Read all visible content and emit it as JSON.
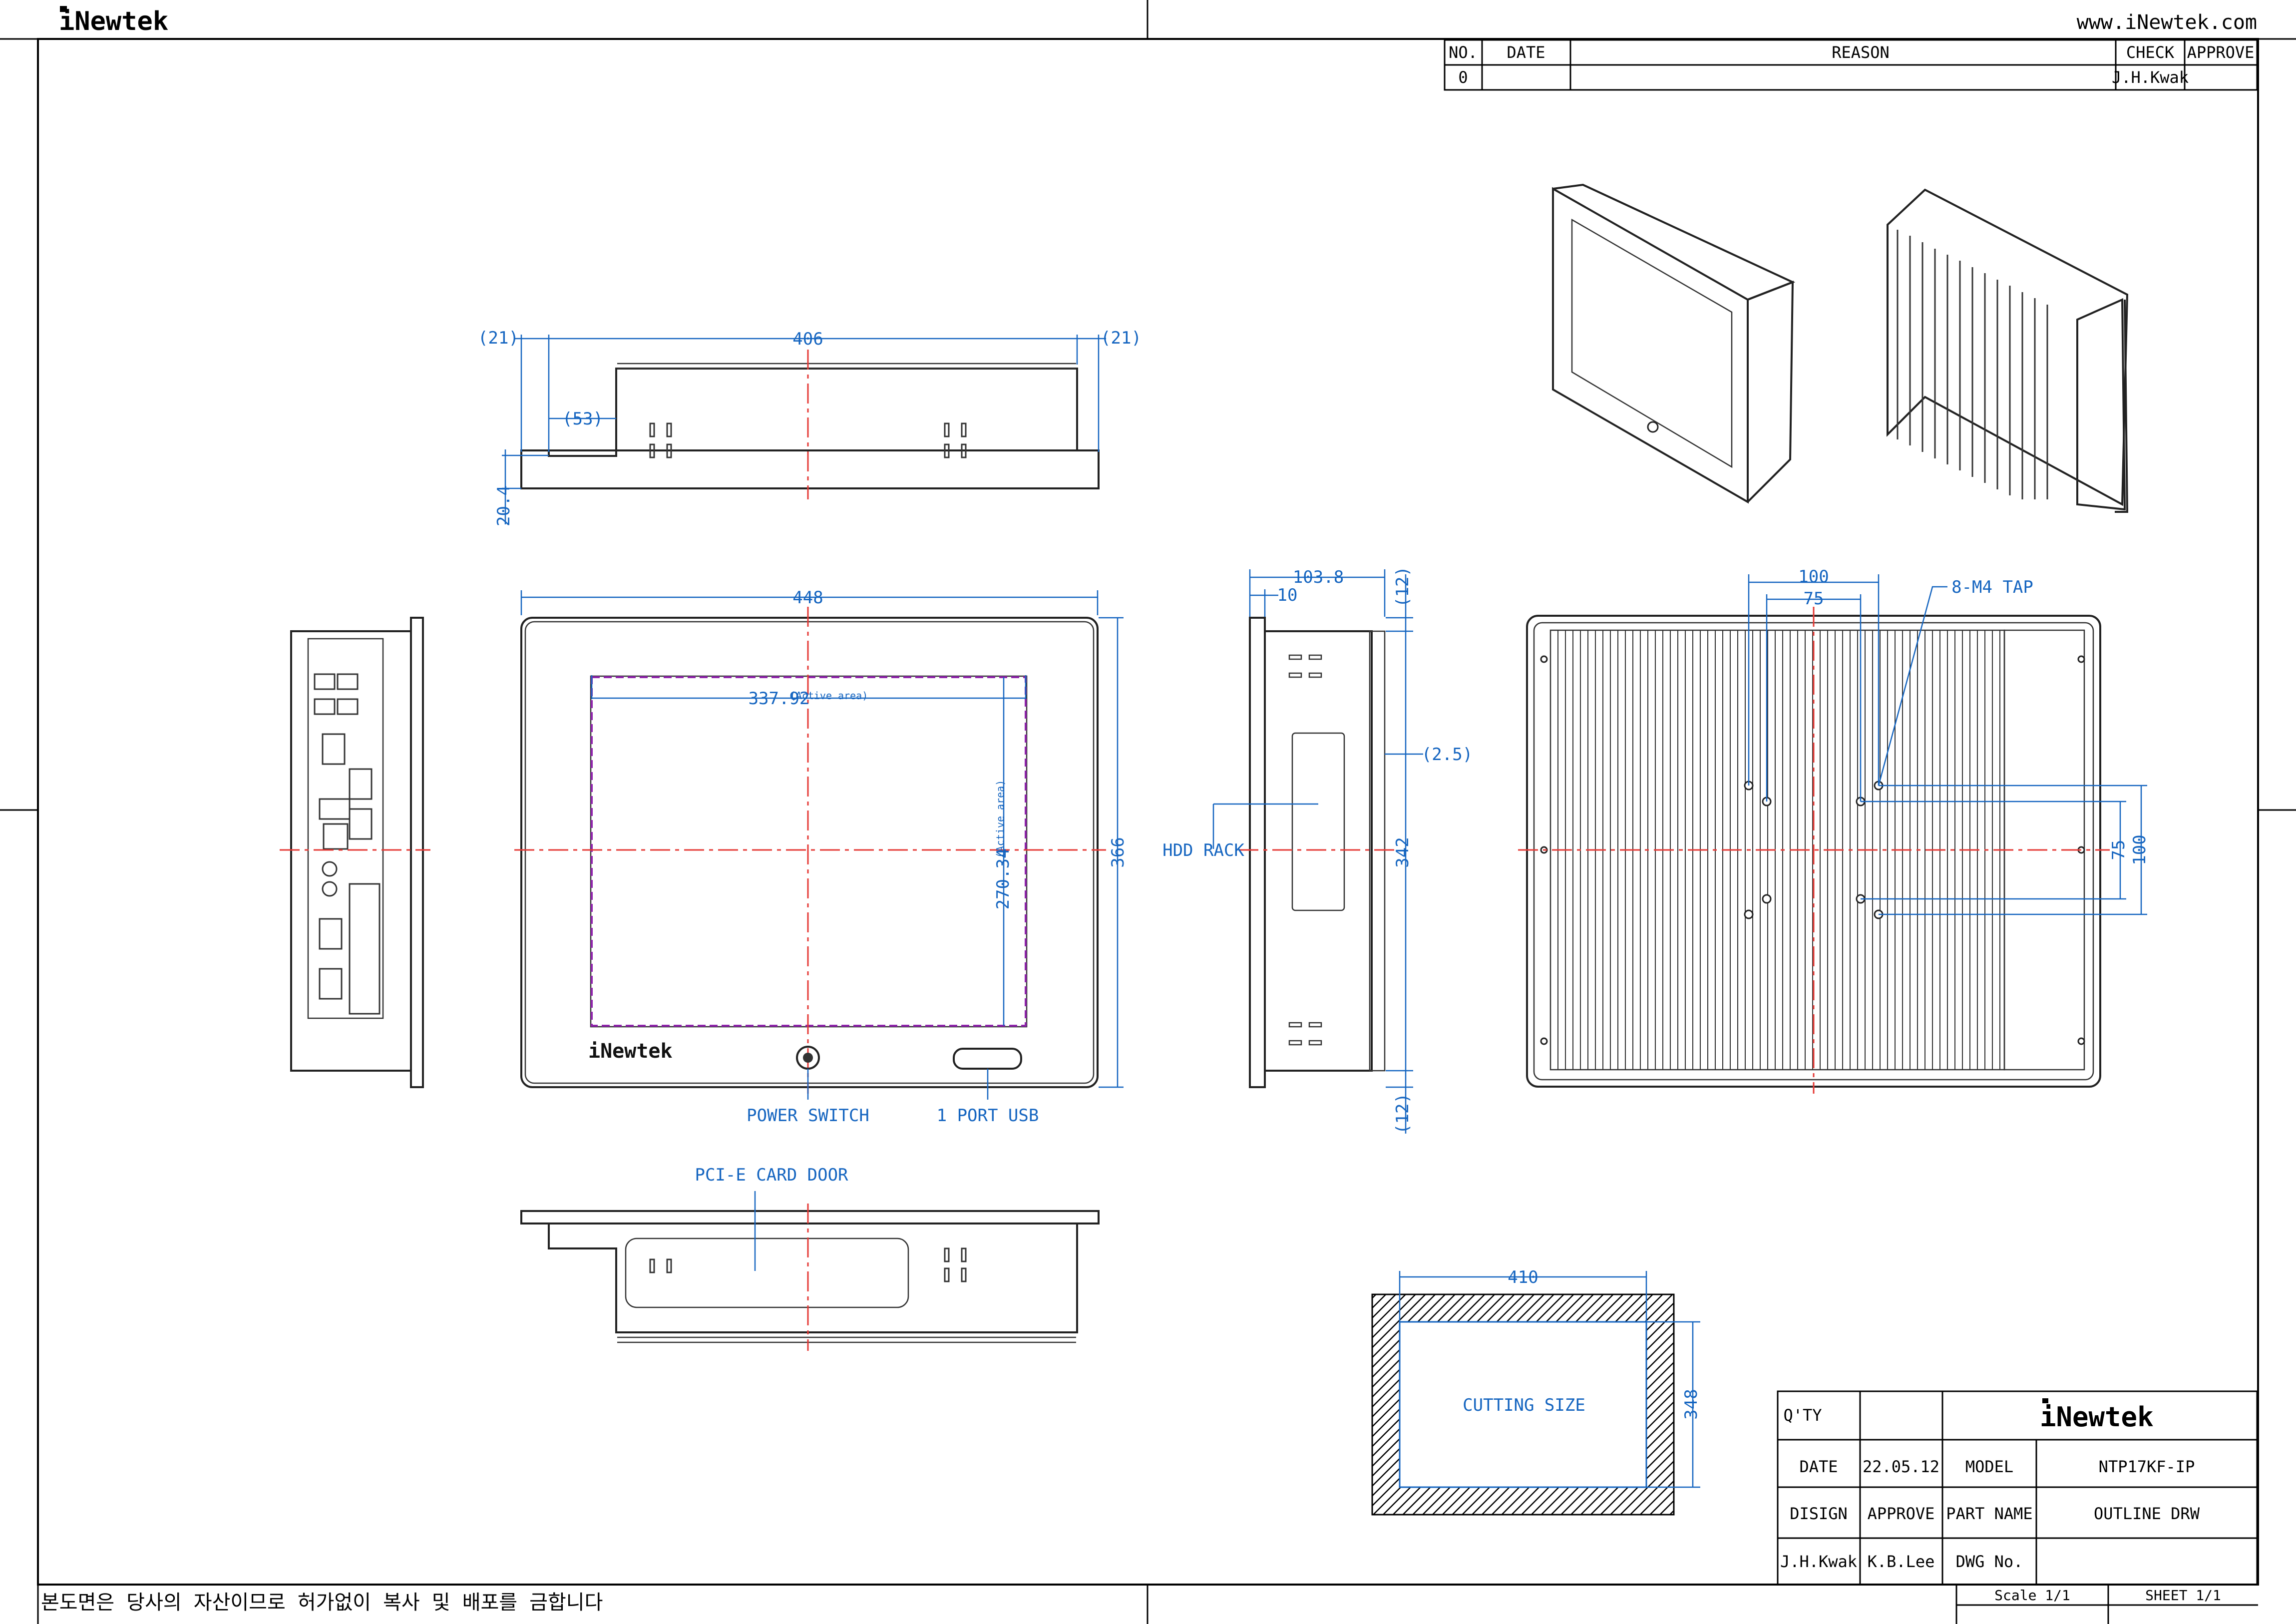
{
  "brand": {
    "logo_text": "iNewtek",
    "website": "www.iNewtek.com"
  },
  "revision_table": {
    "headers": [
      "NO.",
      "DATE",
      "REASON",
      "CHECK",
      "APPROVE"
    ],
    "rows": [
      {
        "no": "0",
        "date": "",
        "reason": "",
        "check": "J.H.Kwak",
        "approve": ""
      }
    ]
  },
  "top_view": {
    "dim_left": "(21)",
    "dim_width": "406",
    "dim_right": "(21)",
    "dim_step": "(53)",
    "dim_height": "20.4"
  },
  "front_view": {
    "dim_width": "448",
    "dim_height": "366",
    "active_w": "337.92",
    "active_h": "270.34",
    "active_note": "(Active area)",
    "logo": "iNewtek",
    "power_switch": "POWER SWITCH",
    "usb": "1 PORT USB"
  },
  "side_view": {
    "dim_depth": "103.8",
    "dim_10": "10",
    "dim_12_top": "(12)",
    "dim_12_bottom": "(12)",
    "dim_2_5": "(2.5)",
    "dim_342": "342",
    "hdd_rack": "HDD RACK"
  },
  "rear_view": {
    "dim_100_h": "100",
    "dim_75_h": "75",
    "tap": "8-M4 TAP",
    "dim_75_v": "75",
    "dim_100_v": "100"
  },
  "bottom_view": {
    "pcie": "PCI-E CARD DOOR"
  },
  "cutout": {
    "dim_width": "410",
    "dim_height": "348",
    "label": "CUTTING SIZE"
  },
  "title_block": {
    "qty_label": "Q'TY",
    "logo": "iNewtek",
    "date_label": "DATE",
    "date": "22.05.12",
    "model_label": "MODEL",
    "model": "NTP17KF-IP",
    "design_label": "DISIGN",
    "approve_label": "APPROVE",
    "part_name_label": "PART NAME",
    "part_name": "OUTLINE DRW",
    "designer": "J.H.Kwak",
    "approver": "K.B.Lee",
    "dwg_label": "DWG No.",
    "scale": "Scale  1/1",
    "sheet": "SHEET  1/1"
  },
  "footer_note": "본도면은 당사의 자산이므로 허가없이 복사 및 배포를 금합니다",
  "colors": {
    "dimension": "#1565c0",
    "centerline": "#e53935",
    "active_area": "#8e24aa",
    "line": "#222222"
  }
}
